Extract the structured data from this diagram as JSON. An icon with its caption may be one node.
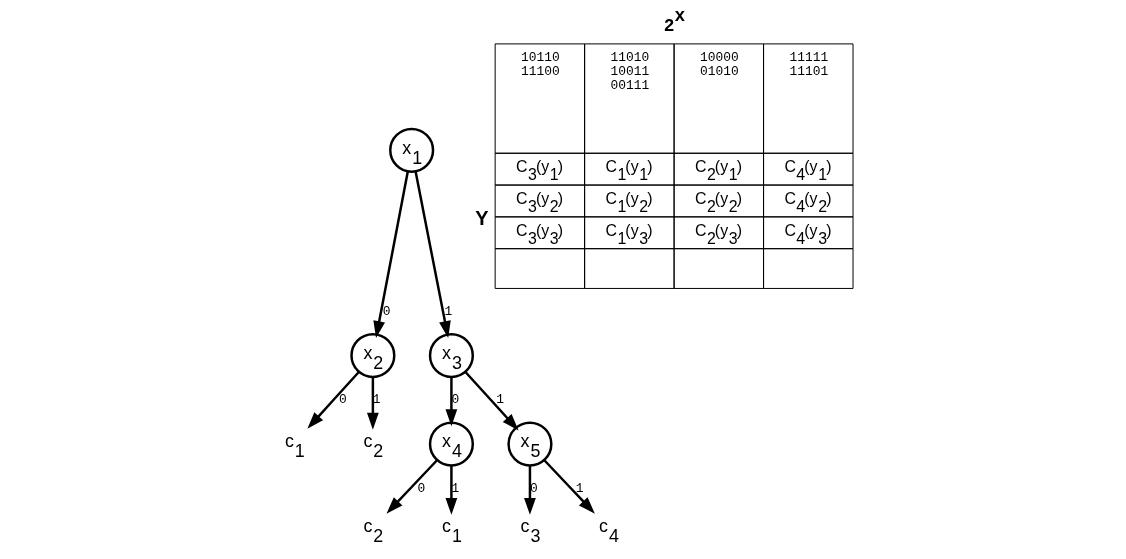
{
  "diagram": {
    "nodes": [
      {
        "text": [
          "x$_{1}$"
        ]
      },
      {
        "text": [
          "x$_{2}$"
        ]
      },
      {
        "text": [
          "x$_{3}$"
        ]
      },
      {
        "text": [
          "c$_{1}$"
        ]
      },
      {
        "text": [
          "c$_{2}$"
        ]
      },
      {
        "text": [
          "x$_{4}$"
        ]
      },
      {
        "text": [
          "x$_{5}$"
        ]
      },
      {
        "text": [
          "c$_{2}$"
        ]
      },
      {
        "text": [
          "c$_{1}$"
        ]
      },
      {
        "text": [
          "c$_{3}$"
        ]
      },
      {
        "text": [
          "c$_{4}$"
        ]
      }
    ],
    "edges": [
      {
        "from": 0,
        "to": 1,
        "arrow": "to",
        "label": "0"
      },
      {
        "from": 0,
        "to": 2,
        "arrow": "to",
        "label": "1"
      },
      {
        "from": 1,
        "to": 3,
        "arrow": "to",
        "label": "0"
      },
      {
        "from": 1,
        "to": 4,
        "arrow": "to",
        "label": "1"
      },
      {
        "from": 2,
        "to": 5,
        "arrow": "to",
        "label": "0"
      },
      {
        "from": 2,
        "to": 6,
        "arrow": "to",
        "label": "1"
      },
      {
        "from": 5,
        "to": 7,
        "arrow": "to",
        "label": "0"
      },
      {
        "from": 5,
        "to": 8,
        "arrow": "to",
        "label": "1"
      },
      {
        "from": 6,
        "to": 9,
        "arrow": "to",
        "label": "0"
      },
      {
        "from": 6,
        "to": 10,
        "arrow": "to",
        "label": "1"
      }
    ],
    "labels": [
      "2$^{x}$",
      "10110 11100",
      "11010 10011 00111",
      "10000 01010",
      "11111 11101",
      "Y",
      "C$_{3}$(y$_{1}$)",
      "C$_{1}$(y$_{1}$)",
      "C$_{2}$(y$_{1}$)",
      "C$_{4}$(y$_{1}$)",
      "C$_{3}$(y$_{2}$)",
      "C$_{1}$(y$_{2}$)",
      "C$_{2}$(y$_{2}$)",
      "C$_{4}$(y$_{2}$)",
      "C$_{3}$(y$_{3}$)",
      "C$_{1}$(y$_{3}$)",
      "C$_{2}$(y$_{3}$)",
      "C$_{4}$(y$_{3}$)"
    ]
  }
}
